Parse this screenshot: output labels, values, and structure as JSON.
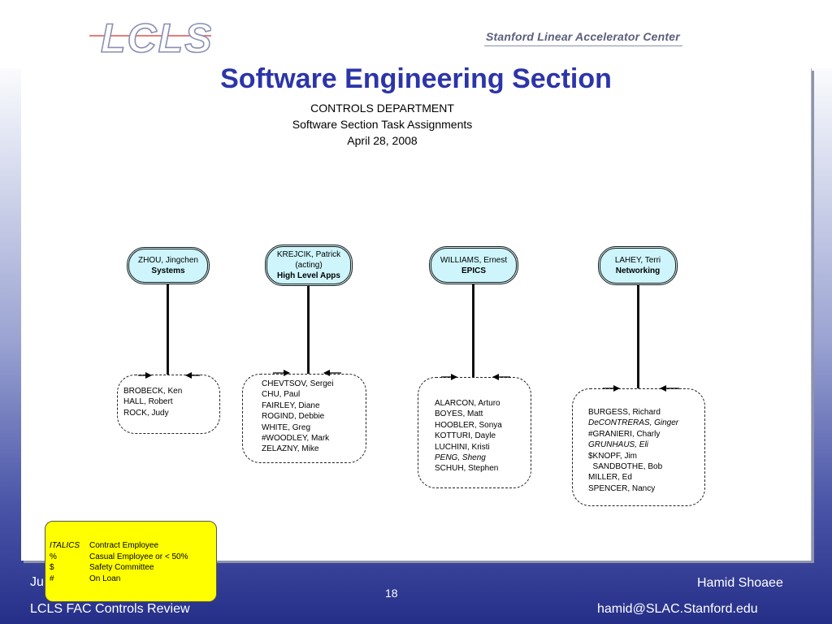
{
  "header": {
    "org_name": "Stanford Linear Accelerator Center",
    "logo_text": "LCLS"
  },
  "title": "Software Engineering Section",
  "subtitle_lines": [
    "CONTROLS DEPARTMENT",
    "Software Section Task Assignments",
    "April 28, 2008"
  ],
  "groups": [
    {
      "leader": "ZHOU, Jingchen",
      "leader_note": "",
      "dept": "Systems",
      "members": [
        {
          "name": "BROBECK, Ken",
          "italic": false
        },
        {
          "name": "HALL, Robert",
          "italic": false
        },
        {
          "name": "ROCK, Judy",
          "italic": false
        }
      ]
    },
    {
      "leader": "KREJCIK, Patrick",
      "leader_note": "(acting)",
      "dept": "High Level Apps",
      "members": [
        {
          "name": "CHEVTSOV, Sergei",
          "italic": false
        },
        {
          "name": "CHU, Paul",
          "italic": false
        },
        {
          "name": "FAIRLEY, Diane",
          "italic": false
        },
        {
          "name": "ROGIND, Debbie",
          "italic": false
        },
        {
          "name": "WHITE, Greg",
          "italic": false
        },
        {
          "name": "#WOODLEY, Mark",
          "italic": false
        },
        {
          "name": "ZELAZNY, Mike",
          "italic": false
        }
      ]
    },
    {
      "leader": "WILLIAMS, Ernest",
      "leader_note": "",
      "dept": "EPICS",
      "members": [
        {
          "name": "ALARCON, Arturo",
          "italic": false
        },
        {
          "name": "BOYES, Matt",
          "italic": false
        },
        {
          "name": "HOOBLER, Sonya",
          "italic": false
        },
        {
          "name": "KOTTURI, Dayle",
          "italic": false
        },
        {
          "name": "LUCHINI, Kristi",
          "italic": false
        },
        {
          "name": "PENG, Sheng",
          "italic": true
        },
        {
          "name": "SCHUH, Stephen",
          "italic": false
        }
      ]
    },
    {
      "leader": "LAHEY, Terri",
      "leader_note": "",
      "dept": "Networking",
      "members": [
        {
          "name": "BURGESS, Richard",
          "italic": false
        },
        {
          "name": "DeCONTRERAS, Ginger",
          "italic": true
        },
        {
          "name": "#GRANIERI, Charly",
          "italic": false
        },
        {
          "name": "GRUNHAUS, Eli",
          "italic": true
        },
        {
          "name": "$KNOPF, Jim",
          "italic": false
        },
        {
          "name": "  SANDBOTHE, Bob",
          "italic": false
        },
        {
          "name": "MILLER, Ed",
          "italic": false
        },
        {
          "name": "SPENCER, Nancy",
          "italic": false
        }
      ]
    }
  ],
  "legend": [
    {
      "symbol": "ITALICS",
      "meaning": "Contract Employee"
    },
    {
      "symbol": "%",
      "meaning": "Casual Employee or < 50%"
    },
    {
      "symbol": "$",
      "meaning": "Safety Committee"
    },
    {
      "symbol": "#",
      "meaning": "On Loan"
    }
  ],
  "footer": {
    "left_top": "Ju",
    "left_bottom": "LCLS FAC Controls Review",
    "page_number": "18",
    "right_top": "Hamid Shoaee",
    "right_bottom": "hamid@SLAC.Stanford.edu"
  },
  "colors": {
    "title": "#2c35a8",
    "role_fill": "#cdf5fb",
    "legend_fill": "#ffff00",
    "background_bottom": "#262f88"
  }
}
